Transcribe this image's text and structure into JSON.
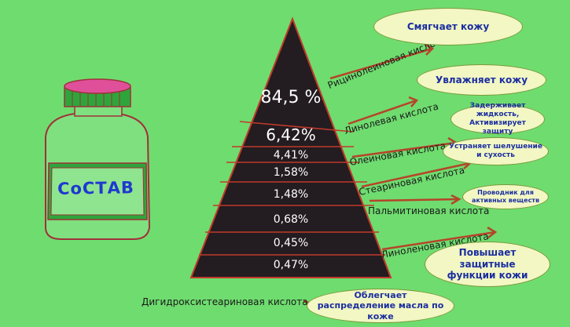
{
  "jar": {
    "label": "СоСТАВ"
  },
  "pyramid": {
    "levels": [
      {
        "percent": "84,5 %"
      },
      {
        "percent": "6,42%"
      },
      {
        "percent": "4,41%"
      },
      {
        "percent": "1,58%"
      },
      {
        "percent": "1,48%"
      },
      {
        "percent": "0,68%"
      },
      {
        "percent": "0,45%"
      },
      {
        "percent": "0,47%"
      }
    ]
  },
  "acids": [
    {
      "name": "Рицинолеиновая кислота"
    },
    {
      "name": "Линолевая кислота"
    },
    {
      "name": "Олеиновая кислота"
    },
    {
      "name": "Стеариновая кислота"
    },
    {
      "name": "Пальмитиновая кислота"
    },
    {
      "name": "Линоленовая кислота"
    },
    {
      "name": "Дигидроксистеариновая кислота"
    }
  ],
  "effects": [
    {
      "text": "Смягчает кожу"
    },
    {
      "text": "Увлажняет кожу"
    },
    {
      "text": "Задерживает жидкость, Активизирует защиту"
    },
    {
      "text": "Устраняет шелушение и сухость"
    },
    {
      "text": "Проводник для активных веществ"
    },
    {
      "text": "Повышает защитные функции кожи"
    },
    {
      "text": "Облегчает распределение масла по коже"
    }
  ],
  "colors": {
    "background": "#6fdc6f",
    "pyramid_fill": "#231c20",
    "pyramid_border": "#c0392b",
    "arrow": "#b5452a",
    "bubble_fill": "#f2f7c4",
    "bubble_text": "#1b2ea0",
    "jar_cap": "#e0509a",
    "jar_band": "#2ea53a",
    "jar_outline": "#a0303a",
    "label_text": "#1f38d0"
  }
}
